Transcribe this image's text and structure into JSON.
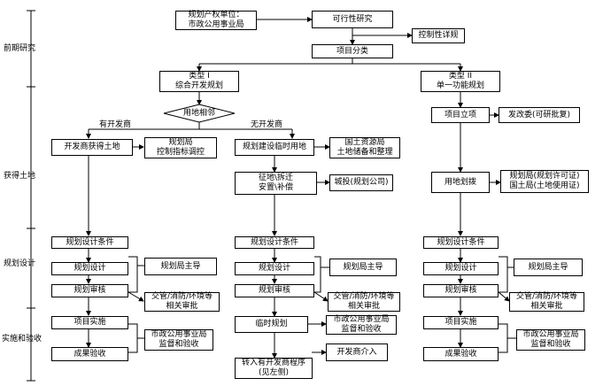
{
  "phases": {
    "p1": "前期研究",
    "p2": "获得土地",
    "p3": "规划设计",
    "p4": "实施和验收"
  },
  "top": {
    "owner": "规划产权单位：\n市政公用事业局",
    "feasibility": "可行性研究",
    "review": "控制性详规",
    "classify": "项目分类"
  },
  "type1": {
    "title": "类型 I\n综合开发规划",
    "decision": "用地相邻",
    "branch_yes": "有开发商",
    "branch_no": "无开发商"
  },
  "type2": {
    "title": "类型 II\n单一功能规划",
    "project_setup": "项目立项",
    "setup_org": "发改委(可研批复)",
    "land_approval": "用地划拨",
    "land_approval_org": "规划局(规划许可证)\n国土局(土地使用证)"
  },
  "colA": {
    "acquire": "开发商获得土地",
    "acquire_org": "规划局\n控制指标调控",
    "design_cond": "规划设计条件",
    "plan_design": "规划设计",
    "plan_review": "规划审核",
    "lead": "规划局主导",
    "depts": "交管/消防/环境等\n相关审批",
    "implement": "项目实施",
    "accept": "成果验收",
    "supervise": "市政公用事业局\n监督和验收"
  },
  "colB": {
    "reserve": "规划建设临时用地",
    "reserve_org": "国土资源局\n土地储备和整理",
    "demolish": "征地\\拆迁\n安置\\补偿",
    "relocate_org": "城投(规划公司)",
    "design_cond": "规划设计条件",
    "plan_design": "规划设计",
    "plan_review": "规划审核",
    "lead": "规划局主导",
    "depts": "交管/消防/环境等\n相关审批",
    "temp_plan": "临时规划",
    "supervise": "市政公用事业局\n监督和验收",
    "transfer": "转入有开发商程序\n(见左侧)",
    "dev_enter": "开发商介入"
  },
  "colC": {
    "design_cond": "规划设计条件",
    "plan_design": "规划设计",
    "plan_review": "规划审核",
    "lead": "规划局主导",
    "depts": "交管/消防/环境等\n相关审批",
    "implement": "项目实施",
    "accept": "成果验收",
    "supervise": "市政公用事业局\n监督和验收"
  }
}
